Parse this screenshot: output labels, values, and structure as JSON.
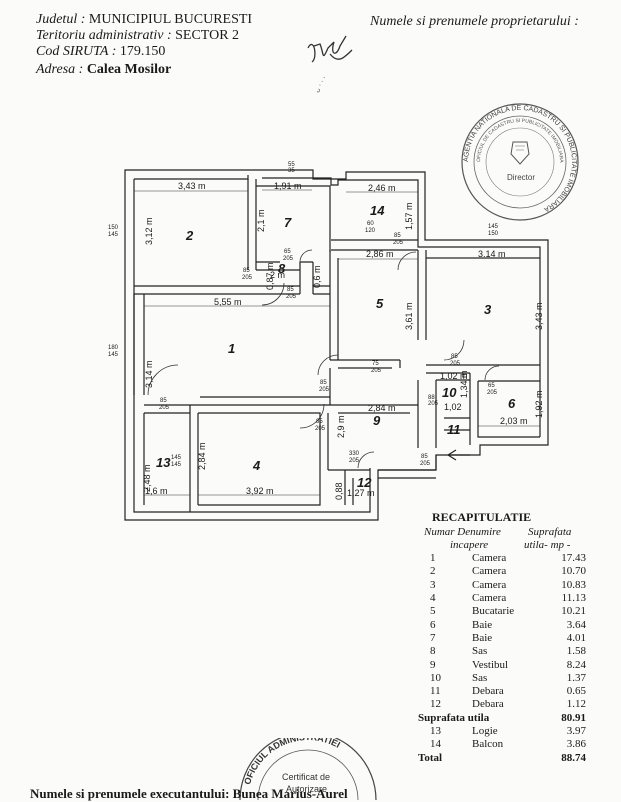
{
  "header": {
    "judet_label": "Judetul :",
    "judet_value": "MUNICIPIUL  BUCURESTI",
    "teritoriu_label": "Teritoriu administrativ :",
    "teritoriu_value": "SECTOR 2",
    "siruta_label": "Cod  SIRUTA :",
    "siruta_value": "179.150",
    "adresa_label": "Adresa :",
    "adresa_value": "Calea Mosilor",
    "proprietar_label": "Numele si prenumele proprietarului :"
  },
  "stamp": {
    "top_text": "AGENTIA NATIONALA DE CADASTRU SI PUBLICITATE IMOBILIARA",
    "inner_text": "OFICIUL DE CADASTRU SI PUBLICITATE IMOBILIARA",
    "center_text": "Director"
  },
  "plan": {
    "rooms": [
      "1",
      "2",
      "3",
      "4",
      "5",
      "6",
      "7",
      "8",
      "9",
      "10",
      "11",
      "12",
      "13",
      "14"
    ],
    "dims": {
      "d343": "3,43 m",
      "d191": "1,91 m",
      "d246": "2,46 m",
      "d312": "3,12 m",
      "d21": "2,1 m",
      "d157": "1,57 m",
      "d2m": "2 m",
      "d087": "0,87 m",
      "d06": "0,6 m",
      "d286": "2,86 m",
      "d314a": "3.14 m",
      "d555": "5,55 m",
      "d361": "3,61 m",
      "d343b": "3,43 m",
      "d314b": "3,14 m",
      "d102a": "1,02 m",
      "d134": "1,34 m",
      "d102b": "1,02",
      "d192": "1,92 m",
      "d203": "2,03 m",
      "d284a": "2,84 m",
      "d29": "2,9 m",
      "d248": "2,48 m",
      "d284b": "2,84 m",
      "d16": "1,6 m",
      "d392": "3,92 m",
      "d088": "0,88",
      "d127": "1,27 m"
    },
    "openings": {
      "o55_35": [
        "55",
        "35"
      ],
      "o150_145": [
        "150",
        "145"
      ],
      "o145_150": [
        "145",
        "150"
      ],
      "o60_120": [
        "60",
        "120"
      ],
      "o85_205": [
        "85",
        "205"
      ],
      "o65_205": [
        "65",
        "205"
      ],
      "o180_145": [
        "180",
        "145"
      ],
      "o75_205": [
        "75",
        "205"
      ],
      "o145_145": [
        "145",
        "145"
      ],
      "o330_205": [
        "330",
        "205"
      ]
    }
  },
  "recap": {
    "title": "RECAPITULATIE",
    "col1": "Numar Denumire",
    "col1b": "incapere",
    "col2": "Suprafata",
    "col2b": "utila- mp -",
    "rows": [
      {
        "nr": "1",
        "name": "Camera",
        "area": "17.43"
      },
      {
        "nr": "2",
        "name": "Camera",
        "area": "10.70"
      },
      {
        "nr": "3",
        "name": "Camera",
        "area": "10.83"
      },
      {
        "nr": "4",
        "name": "Camera",
        "area": "11.13"
      },
      {
        "nr": "5",
        "name": "Bucatarie",
        "area": "10.21"
      },
      {
        "nr": "6",
        "name": "Baie",
        "area": "3.64"
      },
      {
        "nr": "7",
        "name": "Baie",
        "area": "4.01"
      },
      {
        "nr": "8",
        "name": "Sas",
        "area": "1.58"
      },
      {
        "nr": "9",
        "name": "Vestibul",
        "area": "8.24"
      },
      {
        "nr": "10",
        "name": "Sas",
        "area": "1.37"
      },
      {
        "nr": "11",
        "name": "Debara",
        "area": "0.65"
      },
      {
        "nr": "12",
        "name": "Debara",
        "area": "1.12"
      }
    ],
    "utila_label": "Suprafata utila",
    "utila_value": "80.91",
    "extra_rows": [
      {
        "nr": "13",
        "name": "Logie",
        "area": "3.97"
      },
      {
        "nr": "14",
        "name": "Balcon",
        "area": "3.86"
      }
    ],
    "total_label": "Total",
    "total_value": "88.74"
  },
  "bottom_stamp": {
    "ring_text": "OFICIUL ADMINISTRATIEI",
    "line1": "Certificat de",
    "line2": "Autorizare"
  },
  "footer": {
    "text": "Numele si prenumele executantului: Bunea Marius-Aurel"
  }
}
